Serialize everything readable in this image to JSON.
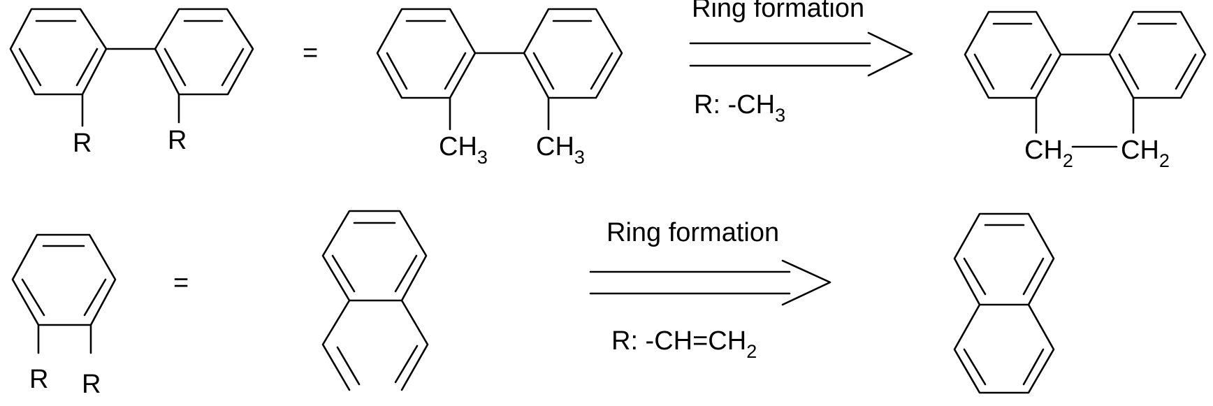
{
  "rows": [
    {
      "substituent_label": "R",
      "equals": "=",
      "explicit_groups": [
        "CH",
        "CH"
      ],
      "explicit_group_subscript": "3",
      "arrow_top_text": "Ring formation",
      "arrow_bottom_text": {
        "prefix": "R: -CH",
        "subscript": "3"
      },
      "product_groups": [
        "CH",
        "CH"
      ],
      "product_group_subscript": "2"
    },
    {
      "substituent_label": "R",
      "equals": "=",
      "arrow_top_text": "Ring formation",
      "arrow_bottom_text": {
        "prefix": "R: -CH=CH",
        "subscript": "2"
      }
    }
  ],
  "colors": {
    "ink": "#000000",
    "background": "#ffffff"
  }
}
